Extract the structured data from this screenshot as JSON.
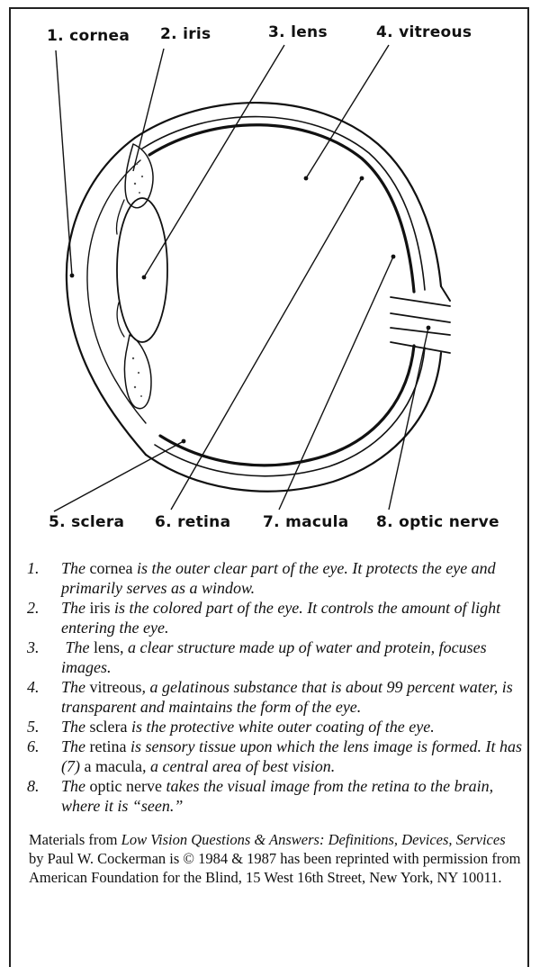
{
  "labels": {
    "cornea": "1. cornea",
    "iris": "2. iris",
    "lens": "3. lens",
    "vitreous": "4. vitreous",
    "sclera": "5. sclera",
    "retina": "6. retina",
    "macula": "7. macula",
    "optic_nerve": "8. optic nerve"
  },
  "descriptions": [
    {
      "num": "1.",
      "pre": "The ",
      "term": "cornea",
      "post": " is the outer clear part of the eye. It protects the eye and primarily serves as a window."
    },
    {
      "num": "2.",
      "pre": "The ",
      "term": "iris",
      "post": " is the colored part of the eye. It controls the amount of light entering the eye."
    },
    {
      "num": "3.",
      "pre": " The ",
      "term": "lens",
      "post": ", a clear structure made up of water and protein, focuses images."
    },
    {
      "num": "4.",
      "pre": "The ",
      "term": "vitreous",
      "post": ", a gelatinous substance that is about 99 percent water, is transparent and maintains the form of the eye."
    },
    {
      "num": "5.",
      "pre": "The ",
      "term": "sclera",
      "post": " is the protective white outer coating of the eye."
    },
    {
      "num": "6.",
      "pre": "The ",
      "term": "retina",
      "post": " is sensory tissue upon which the lens image is formed. It has (7) ",
      "term2": "a",
      "mid": " ",
      "term3": "macula",
      "post2": ", a central area of best vision."
    },
    {
      "num": "8.",
      "pre": "The ",
      "term": "optic nerve",
      "post": " takes the visual image from the retina to the brain, where it is “seen.”"
    }
  ],
  "credit": {
    "lead": "Materials from ",
    "book": "Low Vision Questions & Answers: Definitions, Devices, Services",
    "rest": " by Paul W. Cockerman is © 1984 & 1987 has been reprinted with permission from American Foundation for the Blind, 15 West 16th Street, New York, NY 10011."
  }
}
